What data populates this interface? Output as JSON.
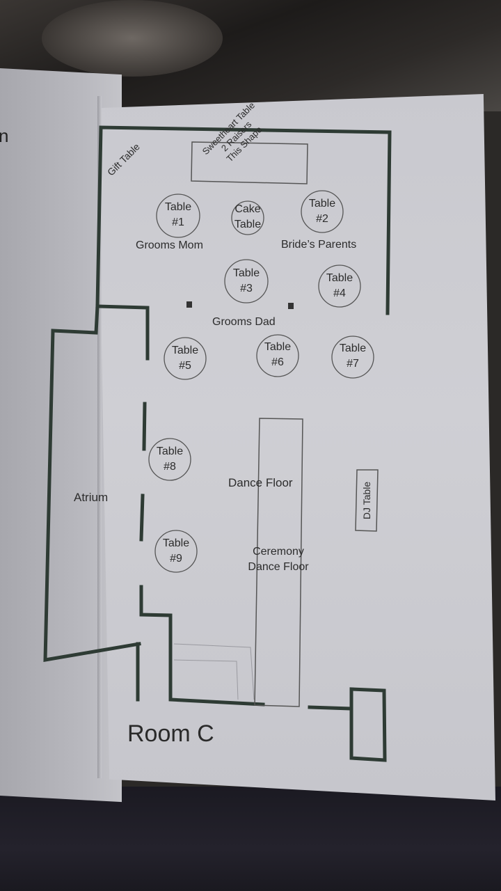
{
  "edge_letter": "n",
  "labels": {
    "gift_table": "Gift Table",
    "sweetheart_line1": "Sweetheart Table",
    "sweetheart_line2": "2 Raisers",
    "sweetheart_line3": "This Shape",
    "cake_line1": "Cake",
    "cake_line2": "Table",
    "grooms_mom": "Grooms Mom",
    "brides_parents": "Bride’s Parents",
    "grooms_dad": "Grooms Dad",
    "atrium": "Atrium",
    "dance_floor": "Dance Floor",
    "ceremony_line1": "Ceremony",
    "ceremony_line2": "Dance Floor",
    "dj_table": "DJ Table",
    "room": "Room C"
  },
  "tables": [
    {
      "word": "Table",
      "number": "#1"
    },
    {
      "word": "Table",
      "number": "#2"
    },
    {
      "word": "Table",
      "number": "#3"
    },
    {
      "word": "Table",
      "number": "#4"
    },
    {
      "word": "Table",
      "number": "#5"
    },
    {
      "word": "Table",
      "number": "#6"
    },
    {
      "word": "Table",
      "number": "#7"
    },
    {
      "word": "Table",
      "number": "#8"
    },
    {
      "word": "Table",
      "number": "#9"
    }
  ]
}
